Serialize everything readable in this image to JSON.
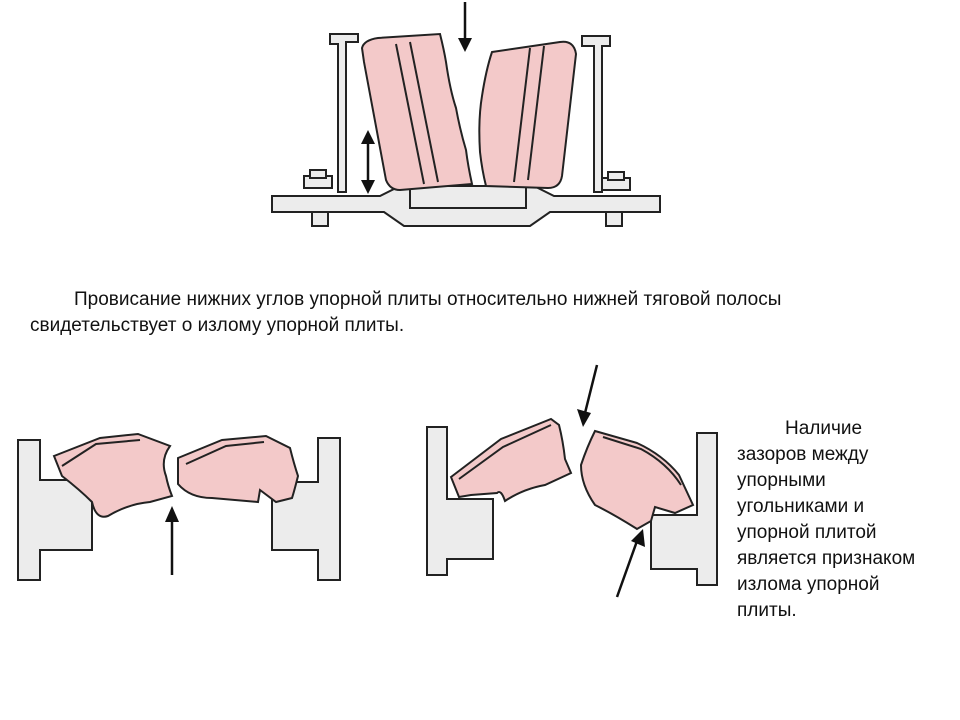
{
  "captions": {
    "top": "Провисание нижних углов упорной плиты относительно нижней тяговой полосы свидетельствует о излому упорной плиты.",
    "right_lines": [
      "Наличие",
      "зазоров между",
      "упорными",
      "угольниками и",
      "упорной плитой",
      "является признаком",
      "излома упорной",
      "плиты."
    ]
  },
  "colors": {
    "plate_fill": "#f3c9c9",
    "metal_fill": "#ececec",
    "stroke": "#222222"
  }
}
